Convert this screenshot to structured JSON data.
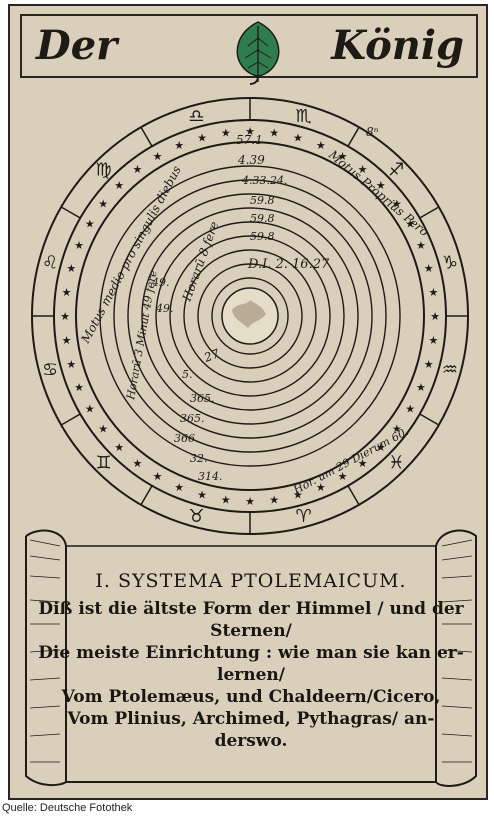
{
  "header": {
    "title_left": "Der",
    "title_right": "König",
    "emblem_icon": "leaf-suit-icon"
  },
  "diagram": {
    "zodiac_signs": [
      "♏",
      "♐",
      "♑",
      "♒",
      "♓",
      "♈",
      "♉",
      "♊",
      "♋",
      "♌",
      "♍",
      "♎"
    ],
    "ring_labels": {
      "outer_ring_text": "Motus medio pro singulis diebus",
      "motus_proprius": "Motus Proprius Pero",
      "dierum": "Hor. um 29 Dierum 60.",
      "planet_values": [
        "57.1",
        "4.39",
        "4.33.24.",
        "59.8",
        "59.8",
        "59.8",
        "D.I. 2. 16.27"
      ],
      "left_values": [
        "49.",
        "49.",
        "5.",
        "365.",
        "365.",
        "366.",
        "32.",
        "314."
      ],
      "inner_arc": "Horarū 8 fere",
      "inner_value": "27",
      "left_arc": "Horarū 3 Minut 49 fere"
    },
    "top_markers": [
      "8ⁿ"
    ]
  },
  "caption": {
    "heading": "I. SYSTEMA PTOLEMAICUM.",
    "lines": [
      "Diß ist die ältste Form der Himmel / und der",
      "Sternen/",
      "Die meiste Einrichtung : wie man sie kan er-",
      "lernen/",
      "Vom Ptolemæus, und Chaldeern/Cicero,",
      "Vom Plinius, Archimed, Pythagras/ an-",
      "derswo."
    ]
  },
  "source": "Quelle: Deutsche Fotothek",
  "colors": {
    "paper": "#d9cfba",
    "ink": "#1e1a16",
    "leaf": "#2f7d4f"
  }
}
